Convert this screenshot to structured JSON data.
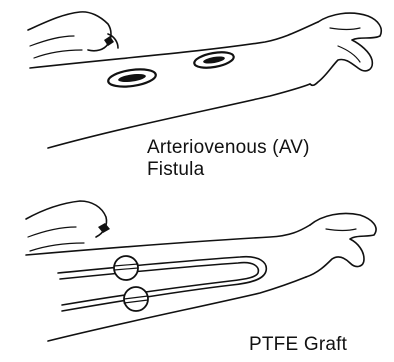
{
  "figure": {
    "panels": [
      {
        "caption_lines": [
          "Arteriovenous (AV)",
          "Fistula"
        ]
      },
      {
        "caption_lines": [
          "PTFE Graft"
        ]
      }
    ]
  },
  "colors": {
    "ink": "#111111",
    "background": "#ffffff"
  }
}
